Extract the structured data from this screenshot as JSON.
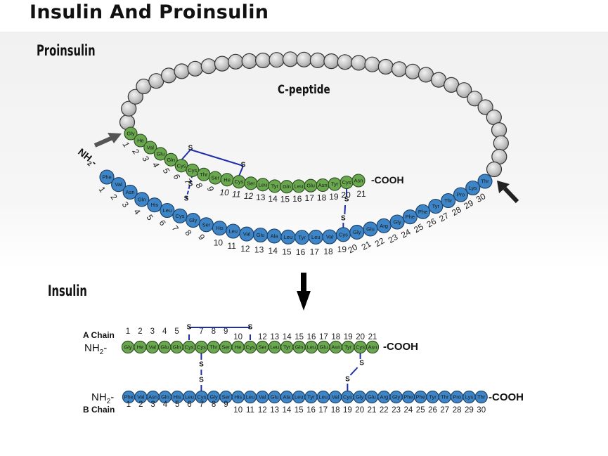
{
  "title": "Insulin And Proinsulin",
  "sections": {
    "proinsulin": "Proinsulin",
    "insulin": "Insulin"
  },
  "c_peptide": {
    "label": "C-peptide",
    "bead_count": 35
  },
  "labels": {
    "nh2": "NH",
    "nh2_sub": "2",
    "nh2_dash": "-",
    "cooh_pro": "-COOH",
    "cooh": "-COOH",
    "a_chain": "A Chain",
    "b_chain": "B Chain",
    "sulfur": "S"
  },
  "colors": {
    "a_chain": "#6aa84f",
    "b_chain": "#3d85c6",
    "c_peptide": "#bdbdbd",
    "bond": "#1f2fa8"
  },
  "a_chain": {
    "residues": [
      "Gly",
      "He",
      "Val",
      "Glu",
      "Gln",
      "Cys",
      "Cys",
      "Thr",
      "Ser",
      "He",
      "Cys",
      "Ser",
      "Leu",
      "Tyr",
      "Gln",
      "Leu",
      "Glu",
      "Asn",
      "Tyr",
      "Cys",
      "Asn"
    ],
    "numbers": [
      "1",
      "2",
      "3",
      "4",
      "5",
      "6",
      "7",
      "8",
      "9",
      "10",
      "11",
      "12",
      "13",
      "14",
      "15",
      "16",
      "17",
      "18",
      "19",
      "20",
      "21"
    ]
  },
  "b_chain": {
    "residues": [
      "Phe",
      "Val",
      "Asn",
      "Gln",
      "His",
      "Leu",
      "Cys",
      "Gly",
      "Ser",
      "His",
      "Leu",
      "Val",
      "Glu",
      "Ala",
      "Leu",
      "Tyr",
      "Leu",
      "Val",
      "Cys",
      "Gly",
      "Glu",
      "Arg",
      "Gly",
      "Phe",
      "Phe",
      "Tyr",
      "Thr",
      "Pro",
      "Lys",
      "Thr"
    ],
    "numbers": [
      "1",
      "2",
      "3",
      "4",
      "5",
      "6",
      "7",
      "8",
      "9",
      "10",
      "11",
      "12",
      "13",
      "14",
      "15",
      "16",
      "17",
      "18",
      "19",
      "20",
      "21",
      "22",
      "23",
      "24",
      "25",
      "26",
      "27",
      "28",
      "29",
      "30"
    ]
  },
  "disulfide_bonds": [
    {
      "type": "intra-A",
      "from": "A6",
      "to": "A11"
    },
    {
      "type": "inter",
      "from": "A7",
      "to": "B7"
    },
    {
      "type": "inter",
      "from": "A20",
      "to": "B19"
    }
  ]
}
